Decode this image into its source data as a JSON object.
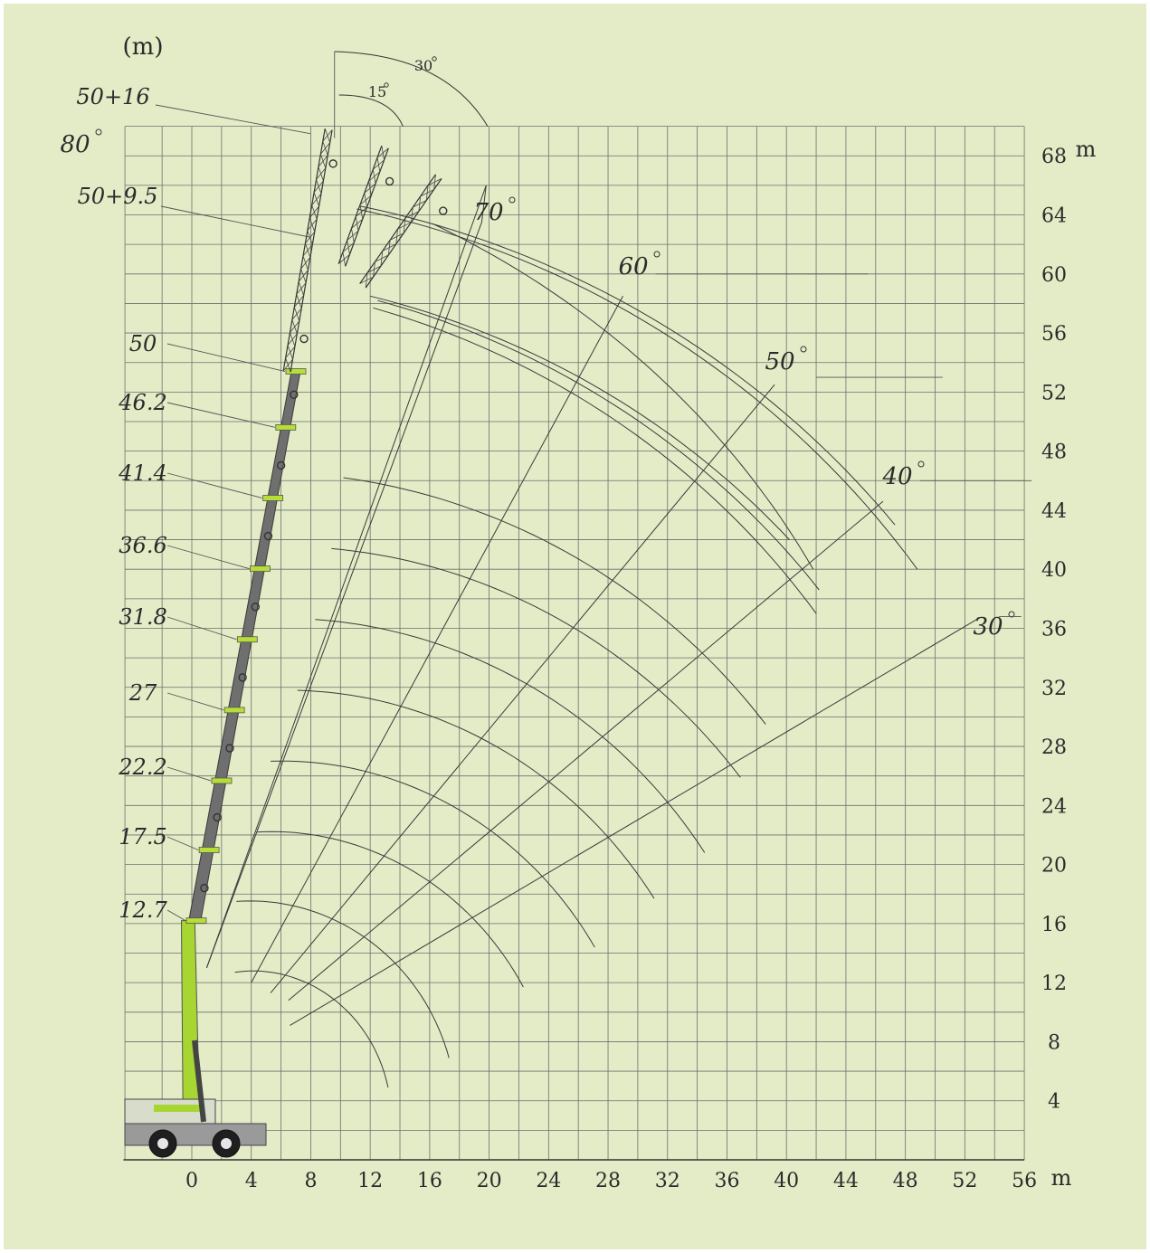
{
  "chart_data": {
    "type": "range-chart",
    "unit_label": "(m)",
    "x_unit": "m",
    "y_unit": "m",
    "x_ticks": [
      "0",
      "4",
      "8",
      "12",
      "16",
      "20",
      "24",
      "28",
      "32",
      "36",
      "40",
      "44",
      "48",
      "52",
      "56"
    ],
    "y_ticks": [
      "4",
      "8",
      "12",
      "16",
      "20",
      "24",
      "28",
      "32",
      "36",
      "40",
      "44",
      "48",
      "52",
      "56",
      "60",
      "64",
      "68"
    ],
    "boom_lengths": [
      {
        "label": "12.7",
        "length": 12.7
      },
      {
        "label": "17.5",
        "length": 17.5
      },
      {
        "label": "22.2",
        "length": 22.2
      },
      {
        "label": "27",
        "length": 27
      },
      {
        "label": "31.8",
        "length": 31.8
      },
      {
        "label": "36.6",
        "length": 36.6
      },
      {
        "label": "41.4",
        "length": 41.4
      },
      {
        "label": "46.2",
        "length": 46.2
      },
      {
        "label": "50",
        "length": 50
      }
    ],
    "jib_labels": [
      "50+16",
      "50+9.5"
    ],
    "boom_angle_lines": [
      {
        "label": "80",
        "degrees": 80
      },
      {
        "label": "70",
        "degrees": 70
      },
      {
        "label": "60",
        "degrees": 60
      },
      {
        "label": "50",
        "degrees": 50
      },
      {
        "label": "40",
        "degrees": 40
      },
      {
        "label": "30",
        "degrees": 30
      }
    ],
    "jib_offset_labels": [
      "15",
      "30"
    ]
  }
}
